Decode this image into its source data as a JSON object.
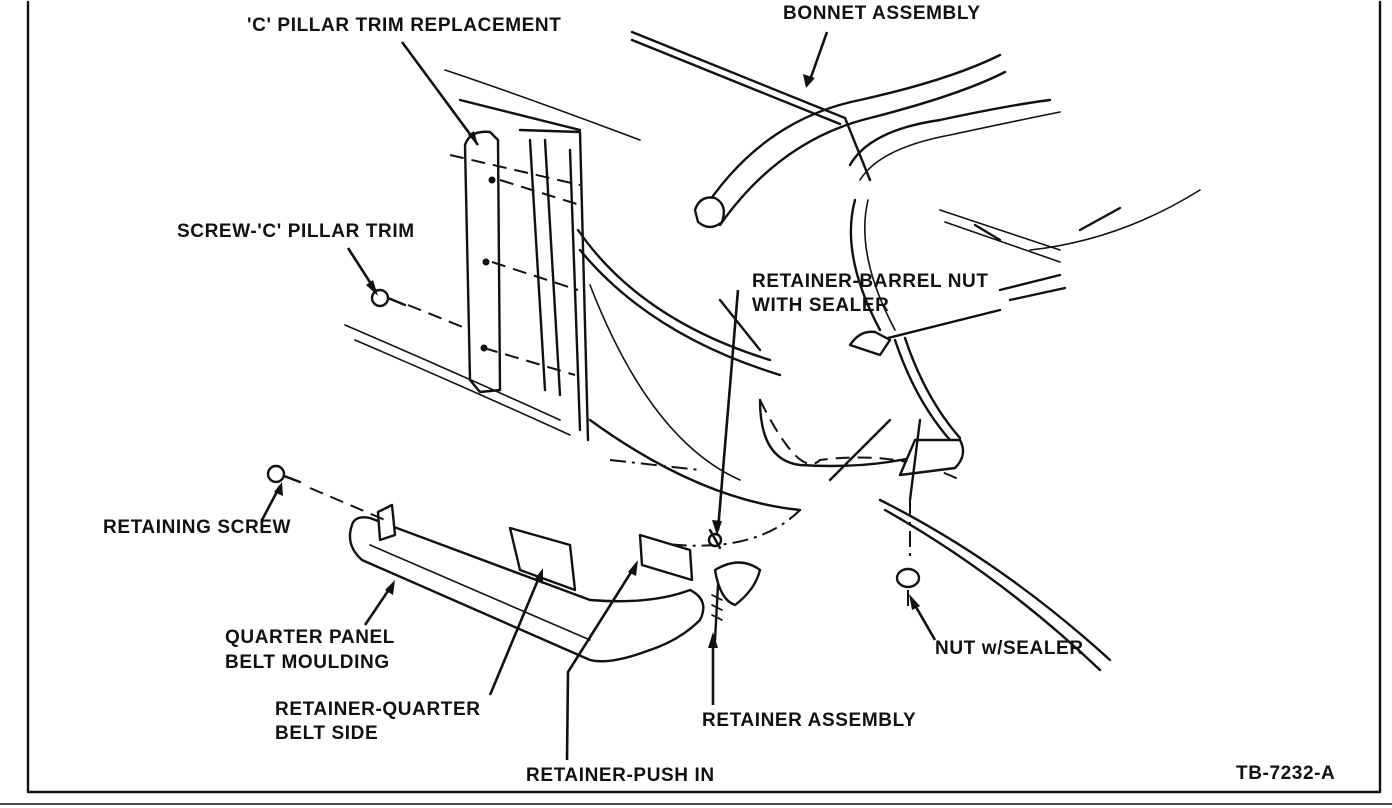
{
  "labels": {
    "c_pillar_trim_replacement": "'C' PILLAR TRIM REPLACEMENT",
    "bonnet_assembly": "BONNET ASSEMBLY",
    "screw_c_pillar_trim": "SCREW-'C' PILLAR TRIM",
    "retainer_barrel_nut_line1": "RETAINER-BARREL NUT",
    "retainer_barrel_nut_line2": "WITH SEALER",
    "retaining_screw": "RETAINING SCREW",
    "quarter_panel_belt_moulding_line1": "QUARTER PANEL",
    "quarter_panel_belt_moulding_line2": "BELT MOULDING",
    "retainer_quarter_belt_side_line1": "RETAINER-QUARTER",
    "retainer_quarter_belt_side_line2": "BELT SIDE",
    "retainer_push_in": "RETAINER-PUSH IN",
    "retainer_assembly": "RETAINER ASSEMBLY",
    "nut_w_sealer": "NUT w/SEALER"
  },
  "figure_id": "TB-7232-A"
}
